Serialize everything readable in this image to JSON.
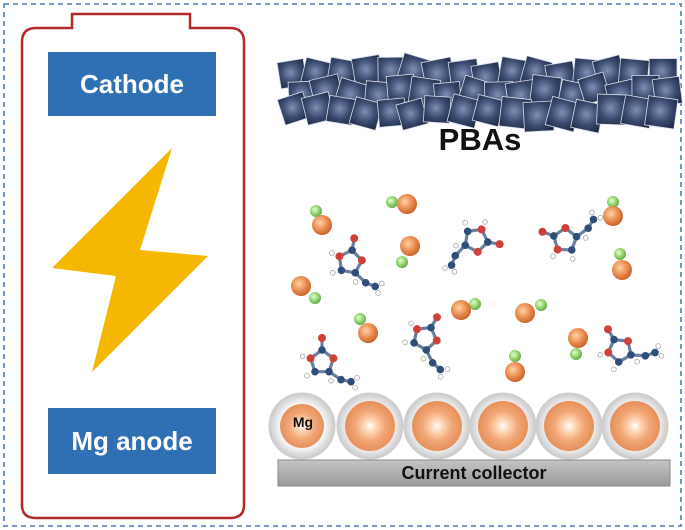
{
  "labels": {
    "cathode": "Cathode",
    "anode": "Mg anode",
    "pbas": "PBAs",
    "mg": "Mg",
    "collector": "Current collector"
  },
  "colors": {
    "frame_dash": "#4a7bb7",
    "battery_outline": "#b22a2a",
    "label_fill": "#2f6fb3",
    "lightning": "#f5b700",
    "cube": "#3a4a6e",
    "orange_atom": "#e8884a",
    "green_atom": "#8fd06a",
    "ring_blue": "#3a5a86",
    "ring_red": "#d0403a",
    "collector": "#a9a9a9"
  },
  "icons": {
    "lightning": "lightning-bolt-icon",
    "pba_crystal": "cube-cluster",
    "ion": "mg-ion-pair",
    "molecule": "cyclic-carbonate-molecule"
  }
}
